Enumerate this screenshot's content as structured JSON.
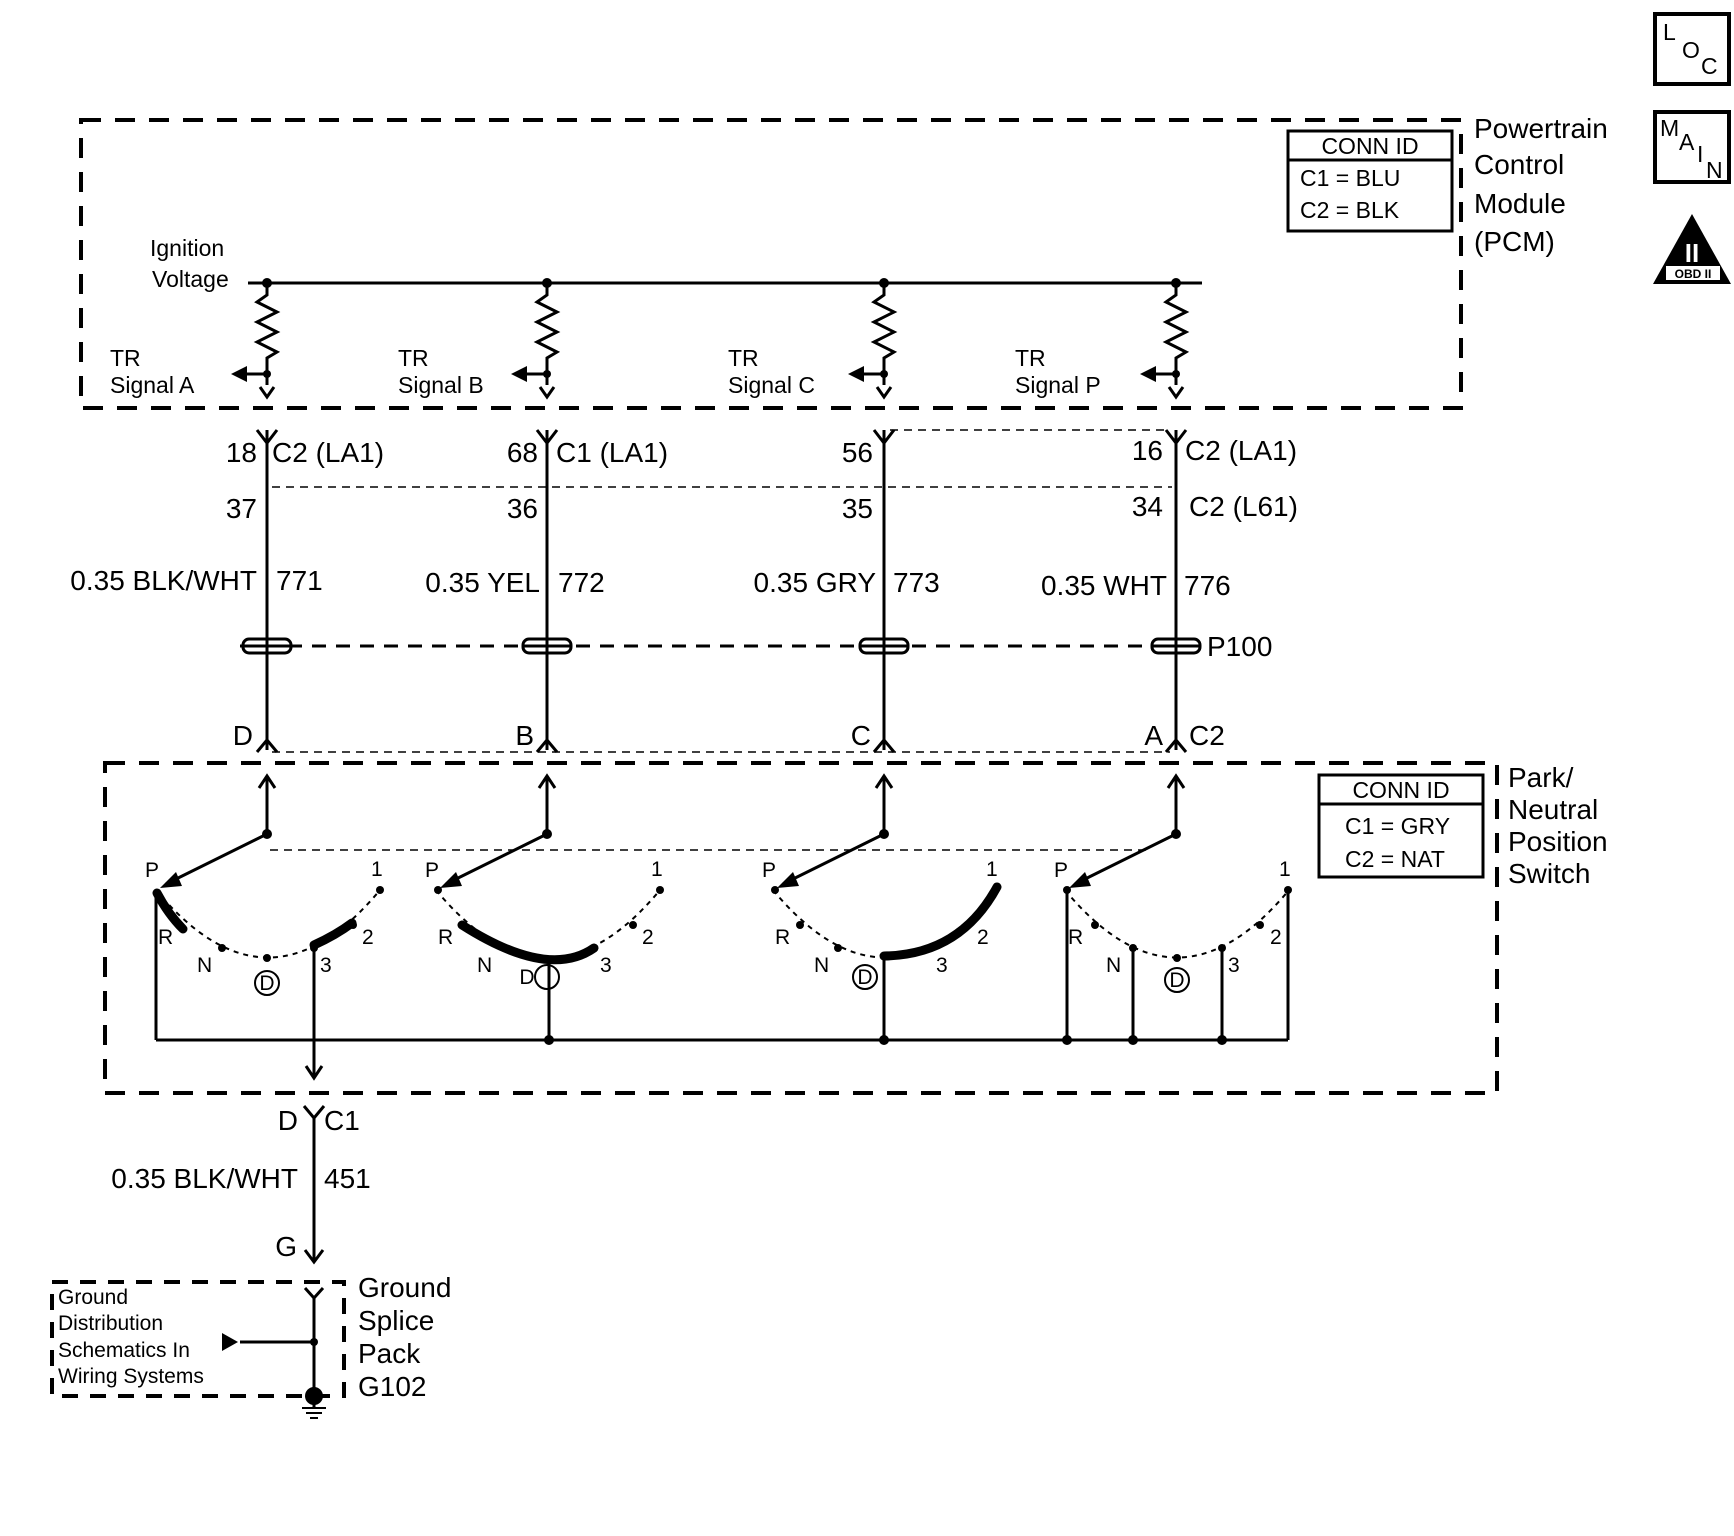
{
  "corner_icons": {
    "loc": [
      "L",
      "O",
      "C"
    ],
    "main": [
      "M",
      "A",
      "I",
      "N"
    ],
    "obd": {
      "symbol": "II",
      "label": "OBD II"
    }
  },
  "pcm": {
    "name_lines": [
      "Powertrain",
      "Control",
      "Module",
      "(PCM)"
    ],
    "conn_id": {
      "header": "CONN ID",
      "rows": [
        "C1 = BLU",
        "C2 = BLK"
      ]
    },
    "ignition_lines": [
      "Ignition",
      "Voltage"
    ]
  },
  "circuits": [
    {
      "signal": [
        "TR",
        "Signal A"
      ],
      "pin_upper": "18",
      "conn_upper": "C2 (LA1)",
      "pin_lower": "37",
      "conn_lower": "",
      "wire": "0.35 BLK/WHT",
      "circuit_no": "771",
      "switch_pin": "D"
    },
    {
      "signal": [
        "TR",
        "Signal B"
      ],
      "pin_upper": "68",
      "conn_upper": "C1 (LA1)",
      "pin_lower": "36",
      "conn_lower": "",
      "wire": "0.35 YEL",
      "circuit_no": "772",
      "switch_pin": "B"
    },
    {
      "signal": [
        "TR",
        "Signal C"
      ],
      "pin_upper": "56",
      "conn_upper": "",
      "pin_lower": "35",
      "conn_lower": "",
      "wire": "0.35 GRY",
      "circuit_no": "773",
      "switch_pin": "C"
    },
    {
      "signal": [
        "TR",
        "Signal P"
      ],
      "pin_upper": "16",
      "conn_upper": "C2 (LA1)",
      "pin_lower": "34",
      "conn_lower": "C2 (L61)",
      "wire": "0.35 WHT",
      "circuit_no": "776",
      "switch_pin": "A"
    }
  ],
  "inline_connector": "P100",
  "switch_connector_label": "C2",
  "pnp_switch": {
    "name_lines": [
      "Park/",
      "Neutral",
      "Position",
      "Switch"
    ],
    "conn_id": {
      "header": "CONN ID",
      "rows": [
        "C1 = GRY",
        "C2 = NAT"
      ]
    },
    "positions": {
      "p": "P",
      "r": "R",
      "n": "N",
      "d": "D",
      "three": "3",
      "two": "2",
      "one": "1"
    }
  },
  "ground_circuit": {
    "pin": "D",
    "connector": "C1",
    "wire": "0.35 BLK/WHT",
    "circuit_no": "451",
    "end_pin": "G"
  },
  "ground_splice": {
    "name_lines": [
      "Ground",
      "Splice",
      "Pack",
      "G102"
    ],
    "note_lines": [
      "Ground",
      "Distribution",
      "Schematics In",
      "Wiring Systems"
    ]
  }
}
